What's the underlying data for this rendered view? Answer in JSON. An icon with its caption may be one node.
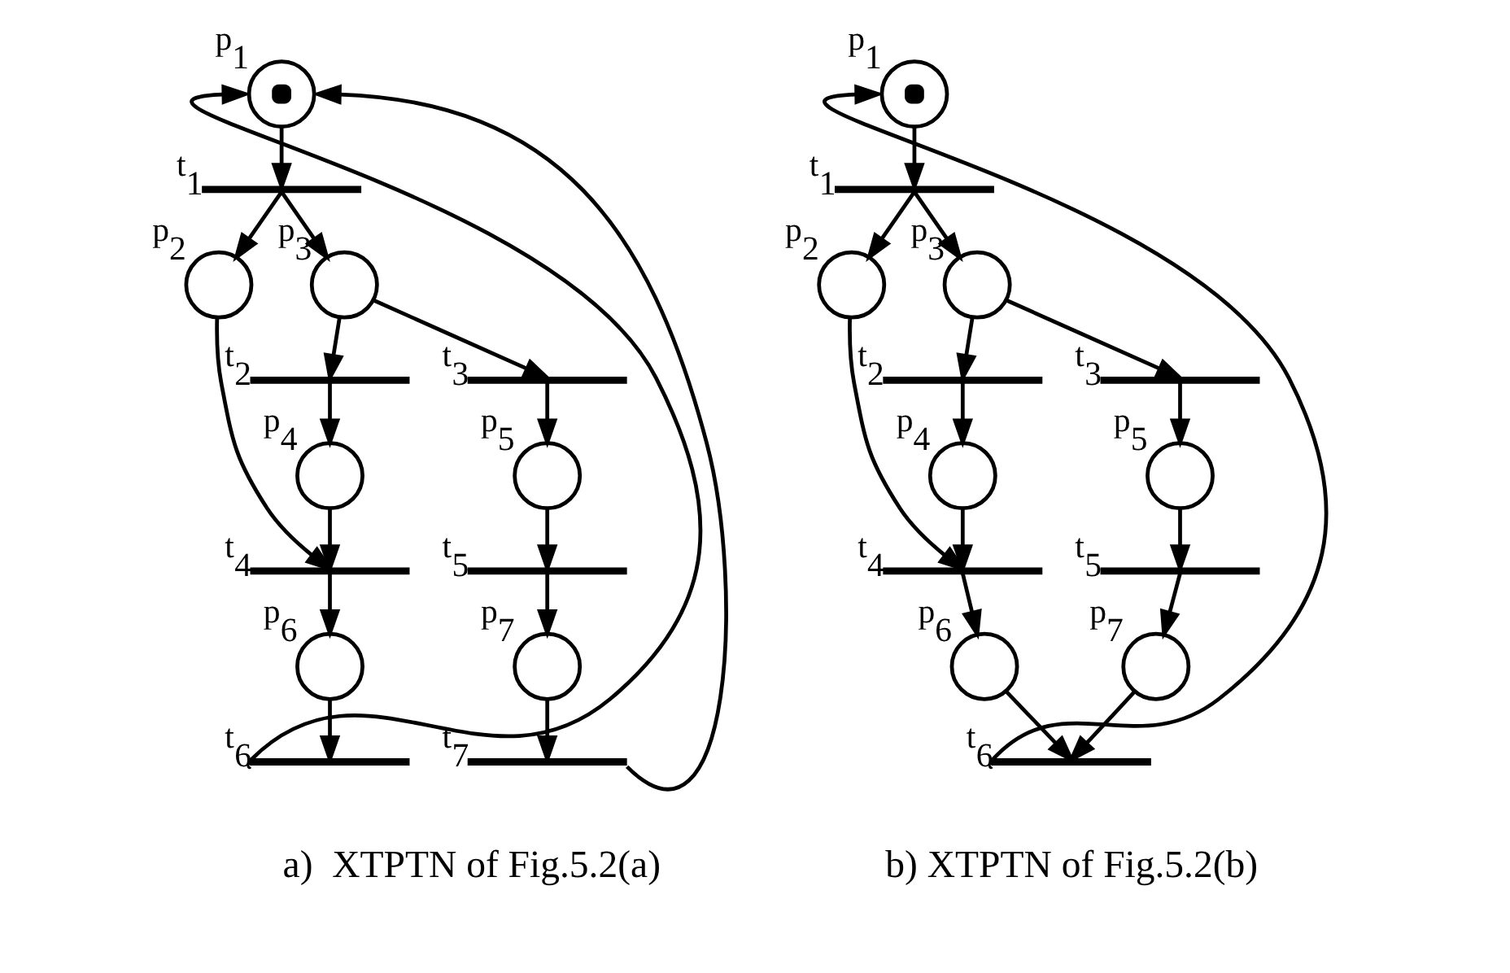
{
  "diagram": {
    "nodes": [
      {
        "text": [],
        "shape": "circle",
        "beside": [
          "p$_{1}$"
        ]
      },
      {
        "text": [],
        "shape": "bar",
        "beside": [
          "t$_{1}$"
        ]
      },
      {
        "text": [],
        "shape": "circle",
        "beside": [
          "p$_{2}$"
        ]
      },
      {
        "text": [],
        "shape": "circle",
        "beside": [
          "p$_{3}$"
        ]
      },
      {
        "text": [],
        "shape": "bar",
        "beside": [
          "t$_{2}$"
        ]
      },
      {
        "text": [],
        "shape": "bar",
        "beside": [
          "t$_{3}$"
        ]
      },
      {
        "text": [],
        "shape": "circle",
        "beside": [
          "p$_{4}$"
        ]
      },
      {
        "text": [],
        "shape": "circle",
        "beside": [
          "p$_{5}$"
        ]
      },
      {
        "text": [],
        "shape": "bar",
        "beside": [
          "t$_{4}$"
        ]
      },
      {
        "text": [],
        "shape": "bar",
        "beside": [
          "t$_{5}$"
        ]
      },
      {
        "text": [],
        "shape": "circle",
        "beside": [
          "p$_{6}$"
        ]
      },
      {
        "text": [],
        "shape": "circle",
        "beside": [
          "p$_{7}$"
        ]
      },
      {
        "text": [],
        "shape": "bar",
        "beside": [
          "t$_{6}$"
        ]
      },
      {
        "text": [],
        "shape": "bar",
        "beside": [
          "t$_{7}$"
        ]
      },
      {
        "text": [],
        "shape": "circle",
        "beside": [
          "p$_{1}$"
        ]
      },
      {
        "text": [],
        "shape": "bar",
        "beside": [
          "t$_{1}$"
        ]
      },
      {
        "text": [],
        "shape": "circle",
        "beside": [
          "p$_{2}$"
        ]
      },
      {
        "text": [],
        "shape": "circle",
        "beside": [
          "p$_{3}$"
        ]
      },
      {
        "text": [],
        "shape": "bar",
        "beside": [
          "t$_{2}$"
        ]
      },
      {
        "text": [],
        "shape": "bar",
        "beside": [
          "t$_{3}$"
        ]
      },
      {
        "text": [],
        "shape": "circle",
        "beside": [
          "p$_{4}$"
        ]
      },
      {
        "text": [],
        "shape": "circle",
        "beside": [
          "p$_{5}$"
        ]
      },
      {
        "text": [],
        "shape": "bar",
        "beside": [
          "t$_{4}$"
        ]
      },
      {
        "text": [],
        "shape": "bar",
        "beside": [
          "t$_{5}$"
        ]
      },
      {
        "text": [],
        "shape": "circle",
        "beside": [
          "p$_{6}$"
        ]
      },
      {
        "text": [],
        "shape": "circle",
        "beside": [
          "p$_{7}$"
        ]
      },
      {
        "text": [],
        "shape": "bar",
        "beside": [
          "t$_{6}$"
        ]
      }
    ],
    "edges": [
      {
        "from": 0,
        "to": 1,
        "arrow": "to"
      },
      {
        "from": 1,
        "to": 2,
        "arrow": "to"
      },
      {
        "from": 1,
        "to": 3,
        "arrow": "to"
      },
      {
        "from": 3,
        "to": 4,
        "arrow": "to"
      },
      {
        "from": 3,
        "to": 5,
        "arrow": "to"
      },
      {
        "from": 4,
        "to": 6,
        "arrow": "to"
      },
      {
        "from": 5,
        "to": 7,
        "arrow": "to"
      },
      {
        "from": 2,
        "to": 8,
        "arrow": "to"
      },
      {
        "from": 6,
        "to": 8,
        "arrow": "to"
      },
      {
        "from": 7,
        "to": 9,
        "arrow": "to"
      },
      {
        "from": 8,
        "to": 10,
        "arrow": "to"
      },
      {
        "from": 9,
        "to": 11,
        "arrow": "to"
      },
      {
        "from": 10,
        "to": 12,
        "arrow": "to"
      },
      {
        "from": 11,
        "to": 13,
        "arrow": "to"
      },
      {
        "from": 12,
        "to": 0,
        "arrow": "to"
      },
      {
        "from": 13,
        "to": 0,
        "arrow": "to"
      },
      {
        "from": 14,
        "to": 15,
        "arrow": "to"
      },
      {
        "from": 15,
        "to": 16,
        "arrow": "to"
      },
      {
        "from": 15,
        "to": 17,
        "arrow": "to"
      },
      {
        "from": 17,
        "to": 18,
        "arrow": "to"
      },
      {
        "from": 17,
        "to": 19,
        "arrow": "to"
      },
      {
        "from": 18,
        "to": 20,
        "arrow": "to"
      },
      {
        "from": 19,
        "to": 21,
        "arrow": "to"
      },
      {
        "from": 16,
        "to": 22,
        "arrow": "to"
      },
      {
        "from": 20,
        "to": 22,
        "arrow": "to"
      },
      {
        "from": 21,
        "to": 23,
        "arrow": "to"
      },
      {
        "from": 22,
        "to": 24,
        "arrow": "to"
      },
      {
        "from": 23,
        "to": 25,
        "arrow": "to"
      },
      {
        "from": 24,
        "to": 26,
        "arrow": "to"
      },
      {
        "from": 25,
        "to": 26,
        "arrow": "to"
      },
      {
        "from": 26,
        "to": 14,
        "arrow": "to"
      }
    ],
    "labels": [
      "a)  XTPTN of Fig.5.2(a)",
      "b) XTPTN of Fig.5.2(b)"
    ]
  }
}
